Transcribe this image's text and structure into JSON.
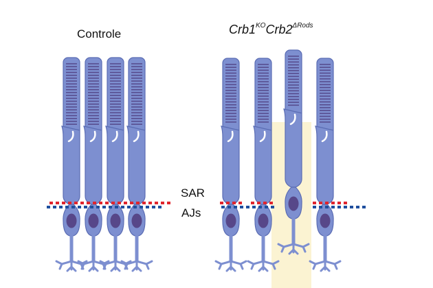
{
  "titles": {
    "control": "Controle",
    "mutant_gene1": "Crb1",
    "mutant_gene1_sup": "KO",
    "mutant_gene2": "Crb2",
    "mutant_gene2_sup": "ΔRods"
  },
  "labels": {
    "sar": "SAR",
    "ajs": "AJs"
  },
  "colors": {
    "rod_fill": "#7d8fd0",
    "rod_stroke": "#5a6cb3",
    "stripe": "#55488a",
    "nucleus": "#574789",
    "sar_line": "#e0252d",
    "ajs_line": "#1f4f9e",
    "highlight": "#fbf3d2"
  }
}
